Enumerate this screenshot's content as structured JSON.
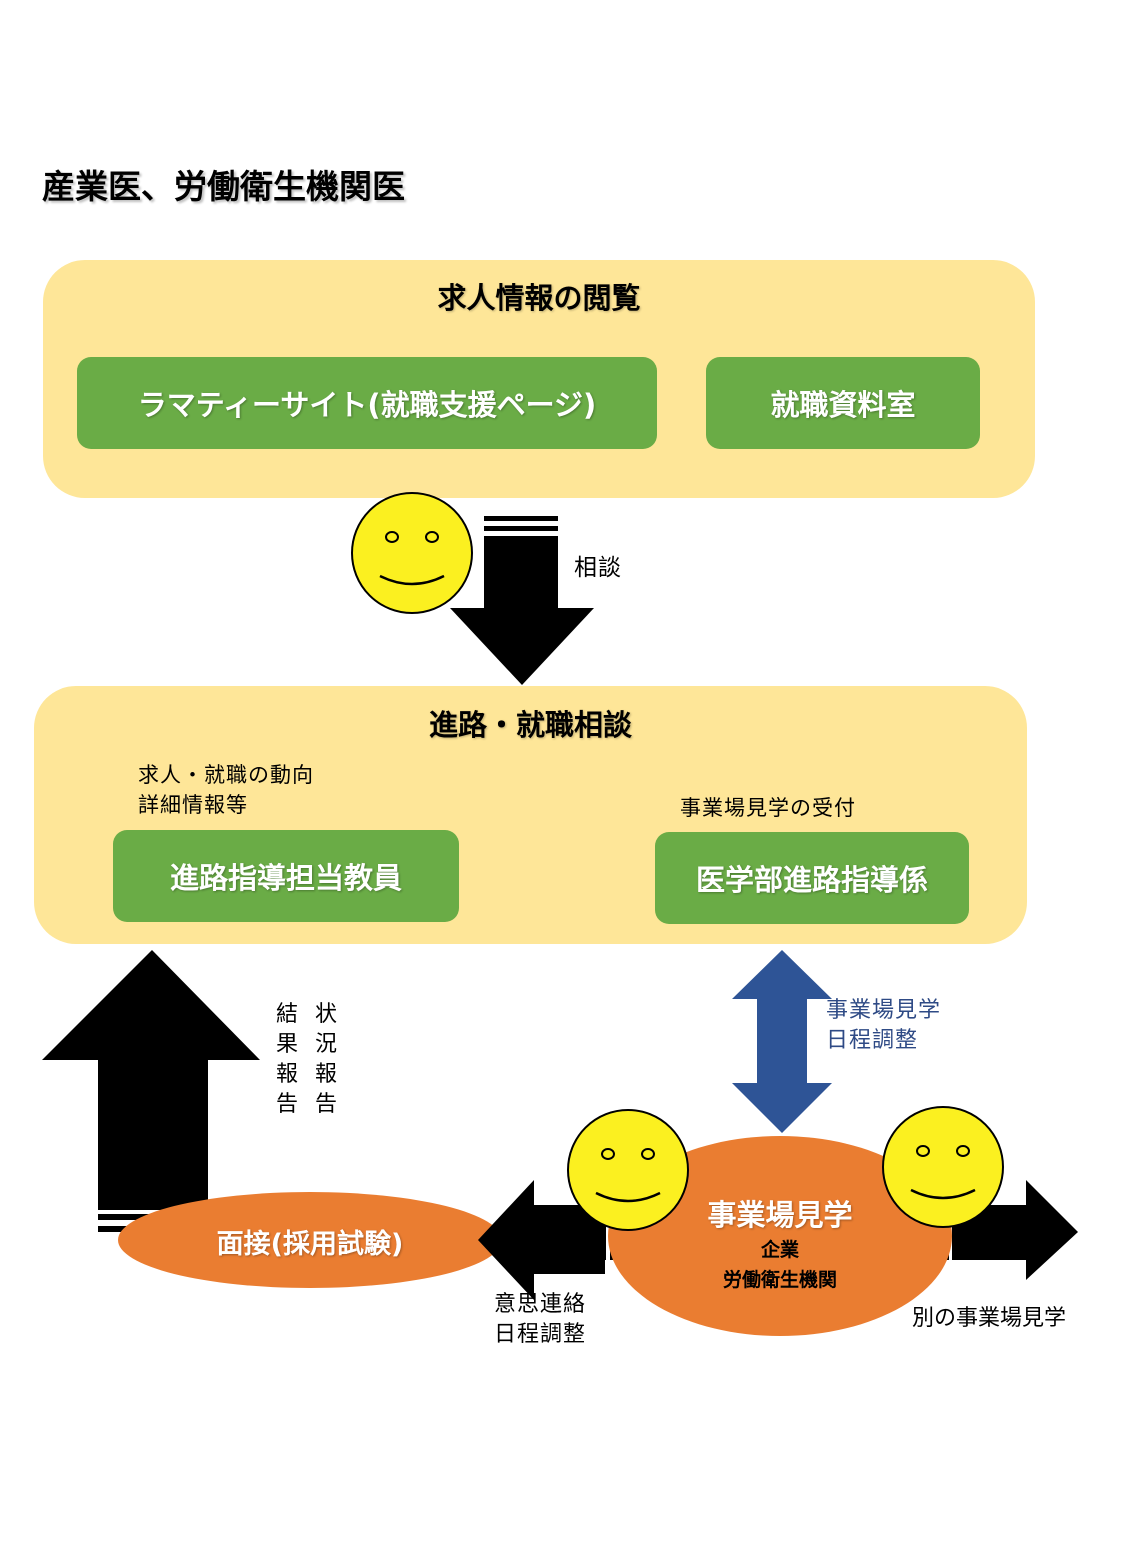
{
  "title": "産業医、労働衛生機関医",
  "top_panel": {
    "heading": "求人情報の閲覧",
    "buttons": [
      "ラマティーサイト(就職支援ページ)",
      "就職資料室"
    ]
  },
  "consult_label": "相談",
  "mid_panel": {
    "heading": "進路・就職相談",
    "left_note": [
      "求人・就職の動向",
      "詳細情報等"
    ],
    "right_note": "事業場見学の受付",
    "buttons": [
      "進路指導担当教員",
      "医学部進路指導係"
    ]
  },
  "report_label_col1": [
    "結",
    "果",
    "報",
    "告"
  ],
  "report_label_col2": [
    "状",
    "況",
    "報",
    "告"
  ],
  "schedule_label": [
    "事業場見学",
    "日程調整"
  ],
  "interview_label": "面接(採用試験)",
  "visit": {
    "title": "事業場見学",
    "sub1": "企業",
    "sub2": "労働衛生機関"
  },
  "contact_label": [
    "意思連絡",
    "日程調整"
  ],
  "other_visit_label": "別の事業場見学",
  "colors": {
    "panel": "#fee698",
    "green": "#6aac46",
    "orange": "#ea7d31",
    "blue": "#2e5496",
    "smiley": "#fbf020"
  }
}
